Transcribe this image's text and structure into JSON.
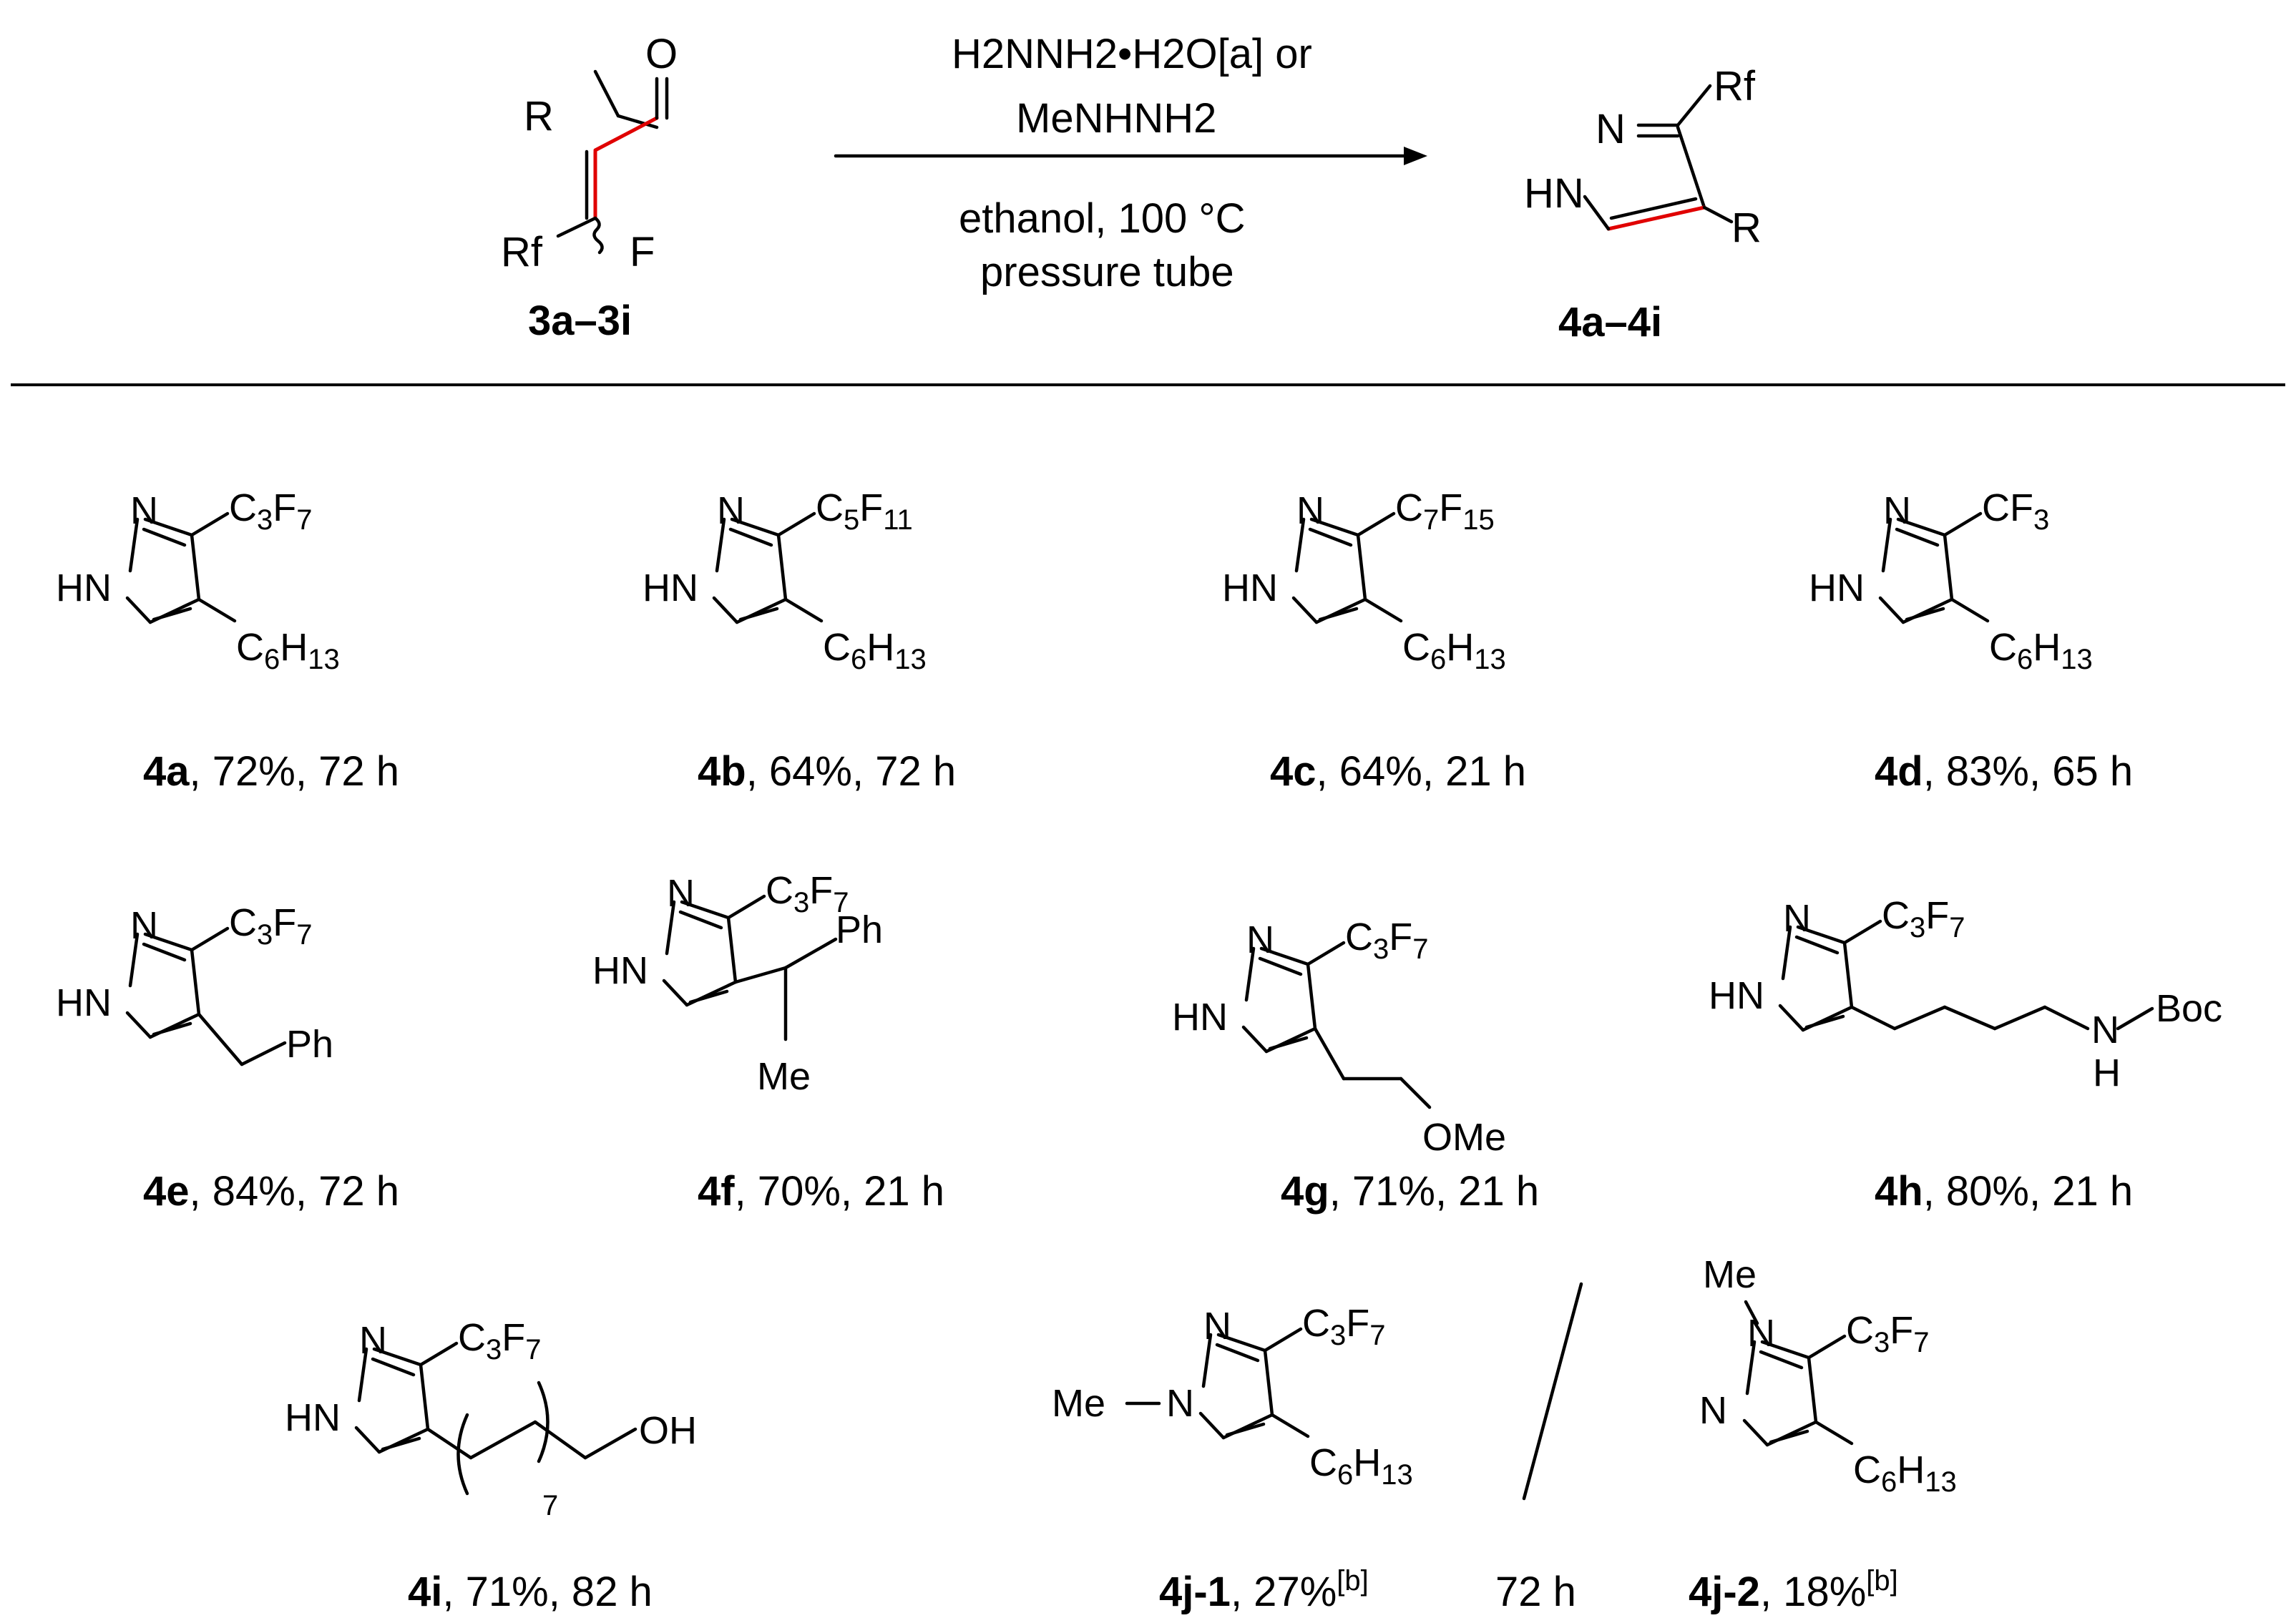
{
  "reaction": {
    "reagent_line1": "H2NNH2•H2O[a] or",
    "reagent_line2": "MeNHNH2",
    "condition_line1": "ethanol, 100 °C",
    "condition_line2": "pressure tube",
    "reactant_label": "3a–3i",
    "product_label": "4a–4i",
    "reactant_atoms": {
      "R": "R",
      "Rf": "Rf",
      "O": "O",
      "F": "F"
    },
    "product_atoms": {
      "N1": "N",
      "NH": "HN",
      "Rf": "Rf",
      "R": "R"
    }
  },
  "colors": {
    "highlight_bond": "#e00000",
    "ink": "#000000",
    "background": "#ffffff"
  },
  "products": [
    {
      "id": "4a",
      "yield": "72%",
      "time": "72 h",
      "rf": "C3F7",
      "substituent": "C6H13"
    },
    {
      "id": "4b",
      "yield": "64%",
      "time": "72 h",
      "rf": "C5F11",
      "substituent": "C6H13"
    },
    {
      "id": "4c",
      "yield": "64%",
      "time": "21 h",
      "rf": "C7F15",
      "substituent": "C6H13"
    },
    {
      "id": "4d",
      "yield": "83%",
      "time": "65 h",
      "rf": "CF3",
      "substituent": "C6H13"
    },
    {
      "id": "4e",
      "yield": "84%",
      "time": "72 h",
      "rf": "C3F7",
      "substituent": "Ph"
    },
    {
      "id": "4f",
      "yield": "70%",
      "time": "21 h",
      "rf": "C3F7",
      "substituent": "Ph",
      "substituent2": "Me"
    },
    {
      "id": "4g",
      "yield": "71%",
      "time": "21 h",
      "rf": "C3F7",
      "substituent": "OMe"
    },
    {
      "id": "4h",
      "yield": "80%",
      "time": "21 h",
      "rf": "C3F7",
      "substituent": "Boc",
      "nh": "N",
      "h": "H"
    },
    {
      "id": "4i",
      "yield": "71%",
      "time": "82 h",
      "rf": "C3F7",
      "substituent": "OH",
      "repeat": "7"
    },
    {
      "id": "4j-1",
      "yield": "27%",
      "note": "[b]",
      "rf": "C3F7",
      "substituent": "C6H13",
      "n_sub": "Me"
    },
    {
      "id": "4j-2",
      "yield": "18%",
      "note": "[b]",
      "rf": "C3F7",
      "substituent": "C6H13",
      "n_sub": "Me"
    }
  ],
  "shared_time": "72 h",
  "ring_atoms": {
    "N": "N",
    "HN": "HN"
  }
}
